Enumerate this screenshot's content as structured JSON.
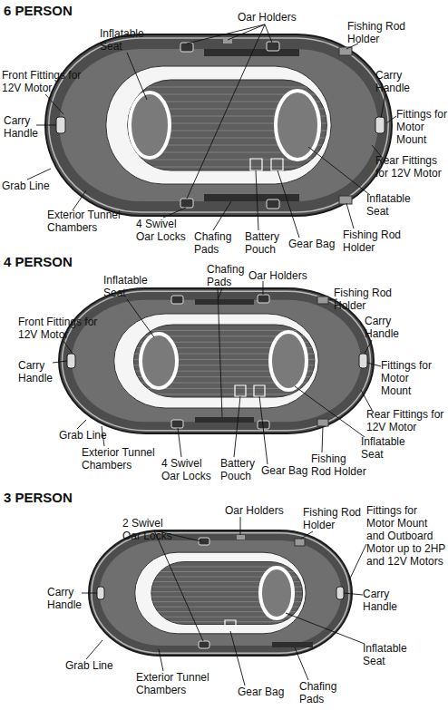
{
  "diagram": {
    "labels": [
      "6 PERSON",
      "Inflatable Seat",
      "Oar Holders",
      "Fishing Rod Holder",
      "Carry Handle",
      "Fittings for Motor Mount",
      "Rear Fittings for 12V Motor",
      "Inflatable Seat",
      "Fishing Rod Holder",
      "Gear Bag",
      "Battery Pouch",
      "Chafing Pads",
      "4 Swivel Oar Locks",
      "Exterior Tunnel Chambers",
      "Grab Line",
      "Carry Handle",
      "Front Fittings for 12V Motor",
      "4 PERSON",
      "Inflatable Seat",
      "Chafing Pads",
      "Oar Holders",
      "Fishing Rod Holder",
      "Carry Handle",
      "Fittings for Motor Mount",
      "Rear Fittings for 12V Motor",
      "Inflatable Seat",
      "Fishing Rod Holder",
      "Gear Bag",
      "Battery Pouch",
      "4 Swivel Oar Locks",
      "Exterior Tunnel Chambers",
      "Grab Line",
      "Carry Handle",
      "Front Fittings for 12V Motor",
      "3 PERSON",
      "2 Swivel Oar Locks",
      "Oar Holders",
      "Fishing Rod Holder",
      "Fittings for Motor Mount and Outboard Motor up to 2HP and 12V Motors",
      "Carry Handle",
      "Carry Handle",
      "Inflatable Seat",
      "Chafing Pads",
      "Gear Bag",
      "Exterior Tunnel Chambers",
      "Grab Line"
    ]
  }
}
